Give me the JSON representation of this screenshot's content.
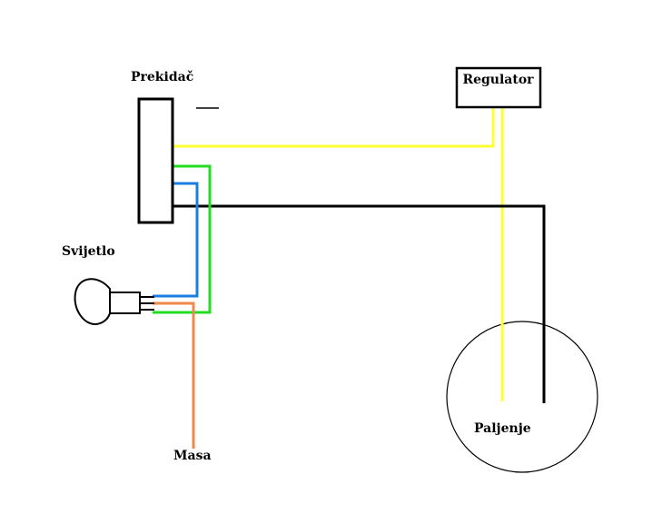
{
  "labels": {
    "switch": "Prekidač",
    "regulator": "Regulator",
    "light": "Svijetlo",
    "ground": "Masa",
    "ignition": "Paljenje"
  },
  "colors": {
    "wire_yellow": "#ffff33",
    "wire_green": "#22dd22",
    "wire_blue": "#1a7fe0",
    "wire_black": "#000000",
    "wire_orange": "#f0884a",
    "outline": "#000000",
    "background": "#ffffff"
  }
}
